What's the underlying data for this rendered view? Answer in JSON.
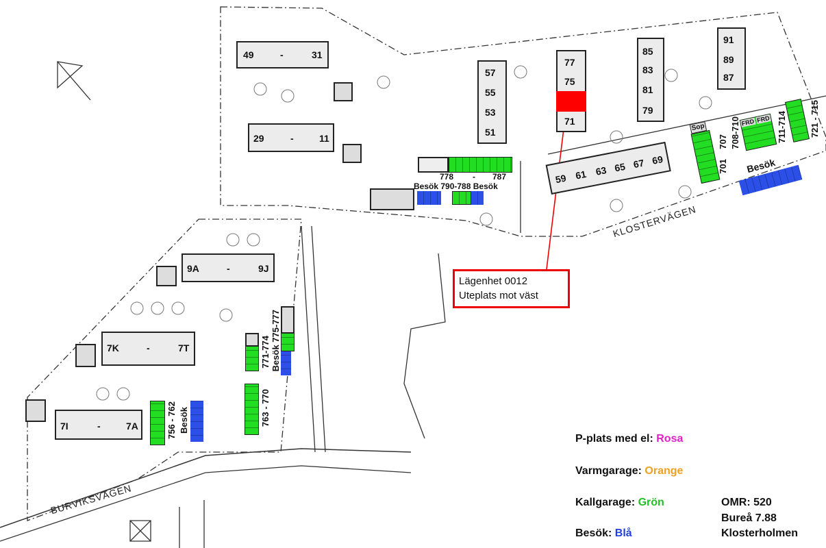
{
  "buildings": {
    "b49_31": {
      "from": "49",
      "dash": "-",
      "to": "31"
    },
    "b29_11": {
      "from": "29",
      "dash": "-",
      "to": "11"
    },
    "b9": {
      "from": "9A",
      "dash": "-",
      "to": "9J"
    },
    "b7k": {
      "from": "7K",
      "dash": "-",
      "to": "7T"
    },
    "b7i": {
      "from": "7I",
      "dash": "-",
      "to": "7A"
    },
    "col57": [
      "57",
      "55",
      "53",
      "51"
    ],
    "col77": [
      "77",
      "75",
      "71"
    ],
    "col85": [
      "85",
      "83",
      "81",
      "79"
    ],
    "col91": [
      "91",
      "89",
      "87"
    ],
    "row59": [
      "59",
      "61",
      "63",
      "65",
      "67",
      "69"
    ]
  },
  "parking": {
    "p778": "778",
    "p787": "787",
    "dash": "-",
    "besok_790": "Besök 790-788 Besök",
    "p701": "701",
    "p707": "707",
    "p708": "708-710",
    "p711": "711-714",
    "p721": "721 - 715",
    "sop": "Sop",
    "frd1": "FRD",
    "frd2": "FRD",
    "besok_right": "Besök",
    "p756": "756 - 762",
    "besok_756": "Besök",
    "p771": "771-774",
    "p763": "763 - 770",
    "besok_775": "Besök 775-777"
  },
  "roads": {
    "klostervagen": "KLOSTERVÄGEN",
    "burviksvagen": "BURVIKSVÄGEN"
  },
  "callout": {
    "line1": "Lägenhet 0012",
    "line2": "Uteplats mot väst"
  },
  "legend": {
    "el_label": "P-plats med el: ",
    "el_value": "Rosa",
    "varm_label": "Varmgarage: ",
    "varm_value": "Orange",
    "kall_label": "Kallgarage: ",
    "kall_value": "Grön",
    "besok_label": "Besök: ",
    "besok_value": "Blå",
    "omr": "OMR: 520",
    "area": "Bureå 7.88",
    "place": "Klosterholmen"
  },
  "colors": {
    "rosa": "#e020c8",
    "orange": "#f0a020",
    "gron": "#22c022",
    "bla": "#2040e0",
    "highlight": "#ff0000"
  }
}
